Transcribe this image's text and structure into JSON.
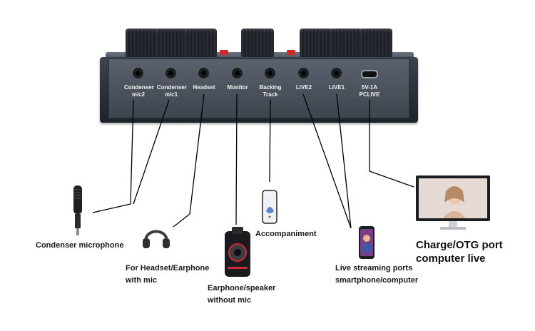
{
  "ports": [
    {
      "label_line1": "Condenser",
      "label_line2": "mic2"
    },
    {
      "label_line1": "Condenser",
      "label_line2": "mic1"
    },
    {
      "label_line1": "Headset",
      "label_line2": ""
    },
    {
      "label_line1": "Monitor",
      "label_line2": ""
    },
    {
      "label_line1": "Backing",
      "label_line2": "Track"
    },
    {
      "label_line1": "LIVE2",
      "label_line2": ""
    },
    {
      "label_line1": "LIVE1",
      "label_line2": ""
    },
    {
      "label_line1": "5V-1A",
      "label_line2": "PCLIVE"
    }
  ],
  "callouts": {
    "condenser_microphone": "Condenser microphone",
    "headset_line1": "For Headset/Earphone",
    "headset_line2": "with mic",
    "speaker_line1": "Earphone/speaker",
    "speaker_line2": "without mic",
    "accompaniment": "Accompaniment",
    "live_line1": "Live streaming ports",
    "live_line2": "smartphone/computer",
    "charge_line1": "Charge/OTG port",
    "charge_line2": "computer live"
  },
  "colors": {
    "device_body": "#2a3038",
    "panel": "#49505a",
    "accent_red": "#d22a2a",
    "line": "#000000"
  }
}
